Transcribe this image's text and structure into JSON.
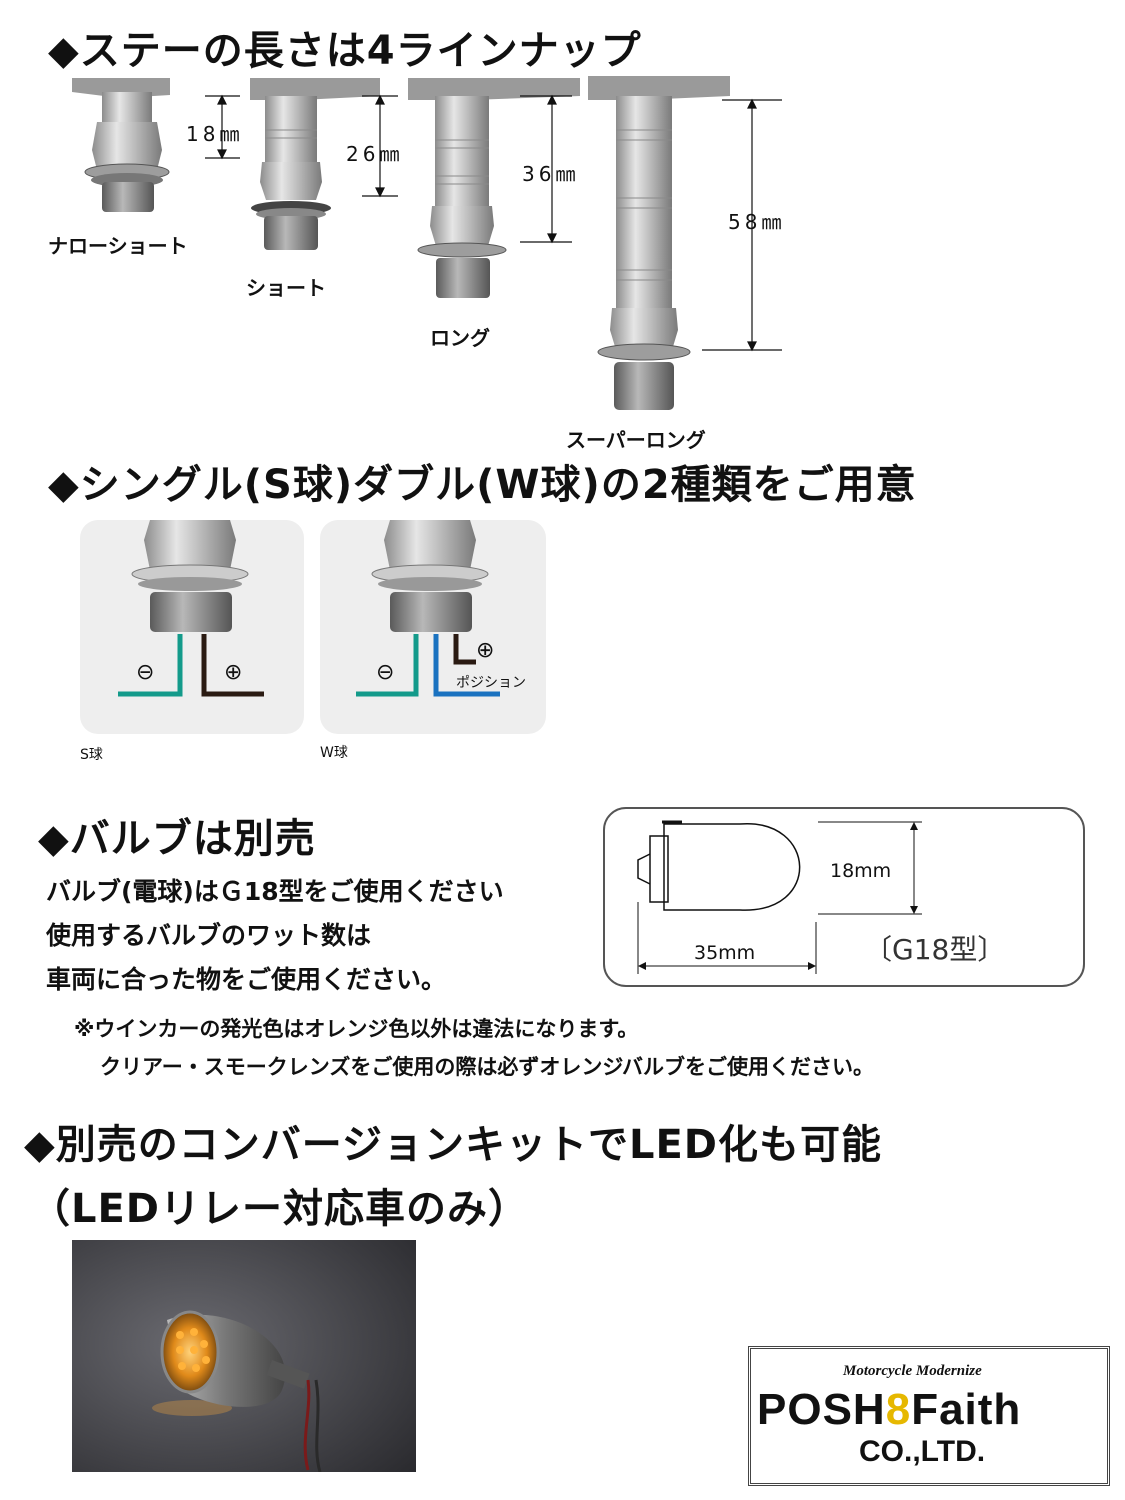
{
  "section1": {
    "heading": "◆ステーの長さは4ラインナップ",
    "stays": [
      {
        "name": "ナローショート",
        "length": "18㎜"
      },
      {
        "name": "ショート",
        "length": "26㎜"
      },
      {
        "name": "ロング",
        "length": "36㎜"
      },
      {
        "name": "スーパーロング",
        "length": "58㎜"
      }
    ]
  },
  "section2": {
    "heading": "◆シングル(S球)ダブル(W球)の2種類をご用意",
    "s_bulb": {
      "caption": "S球",
      "minus": "⊖",
      "plus": "⊕"
    },
    "w_bulb": {
      "caption": "W球",
      "minus": "⊖",
      "plus": "⊕",
      "position_label": "ポジション"
    }
  },
  "section3": {
    "heading": "◆バルブは別売",
    "lines": [
      "バルブ(電球)はＧ18型をご使用ください",
      "使用するバルブのワット数は",
      "車両に合った物をご使用ください。"
    ],
    "diagram": {
      "height": "18mm",
      "width": "35mm",
      "type": "〔G18型〕"
    },
    "notes": [
      "※ウインカーの発光色はオレンジ色以外は違法になります。",
      "クリアー・スモークレンズをご使用の際は必ずオレンジバルブをご使用ください。"
    ]
  },
  "section4": {
    "heading_line1": "◆別売のコンバージョンキットでLED化も可能",
    "heading_line2": "（LEDリレー対応車のみ）"
  },
  "logo": {
    "tagline": "Motorcycle Modernize",
    "brand_left": "POSH",
    "brand_right": "Faith",
    "company": "CO.,LTD."
  }
}
